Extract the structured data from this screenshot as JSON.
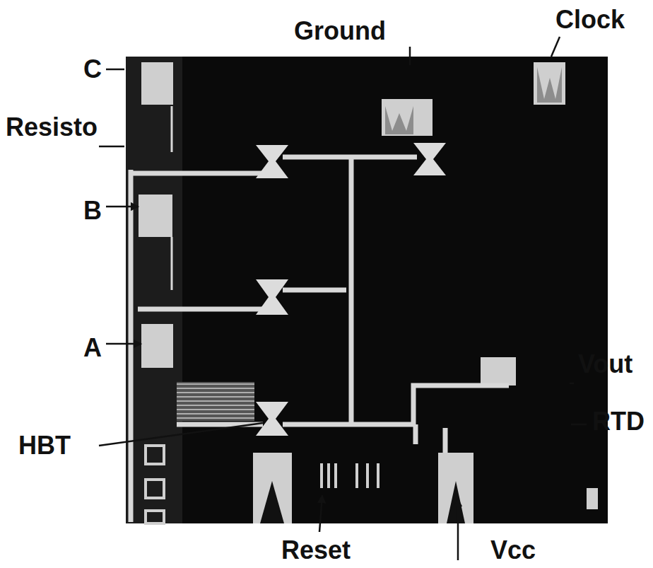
{
  "diagram": {
    "labels": [
      "C",
      "Resisto",
      "Ground",
      "Clock",
      "B",
      "A",
      "Vout",
      "RTD",
      "HBT",
      "Reset",
      "Vcc"
    ]
  }
}
